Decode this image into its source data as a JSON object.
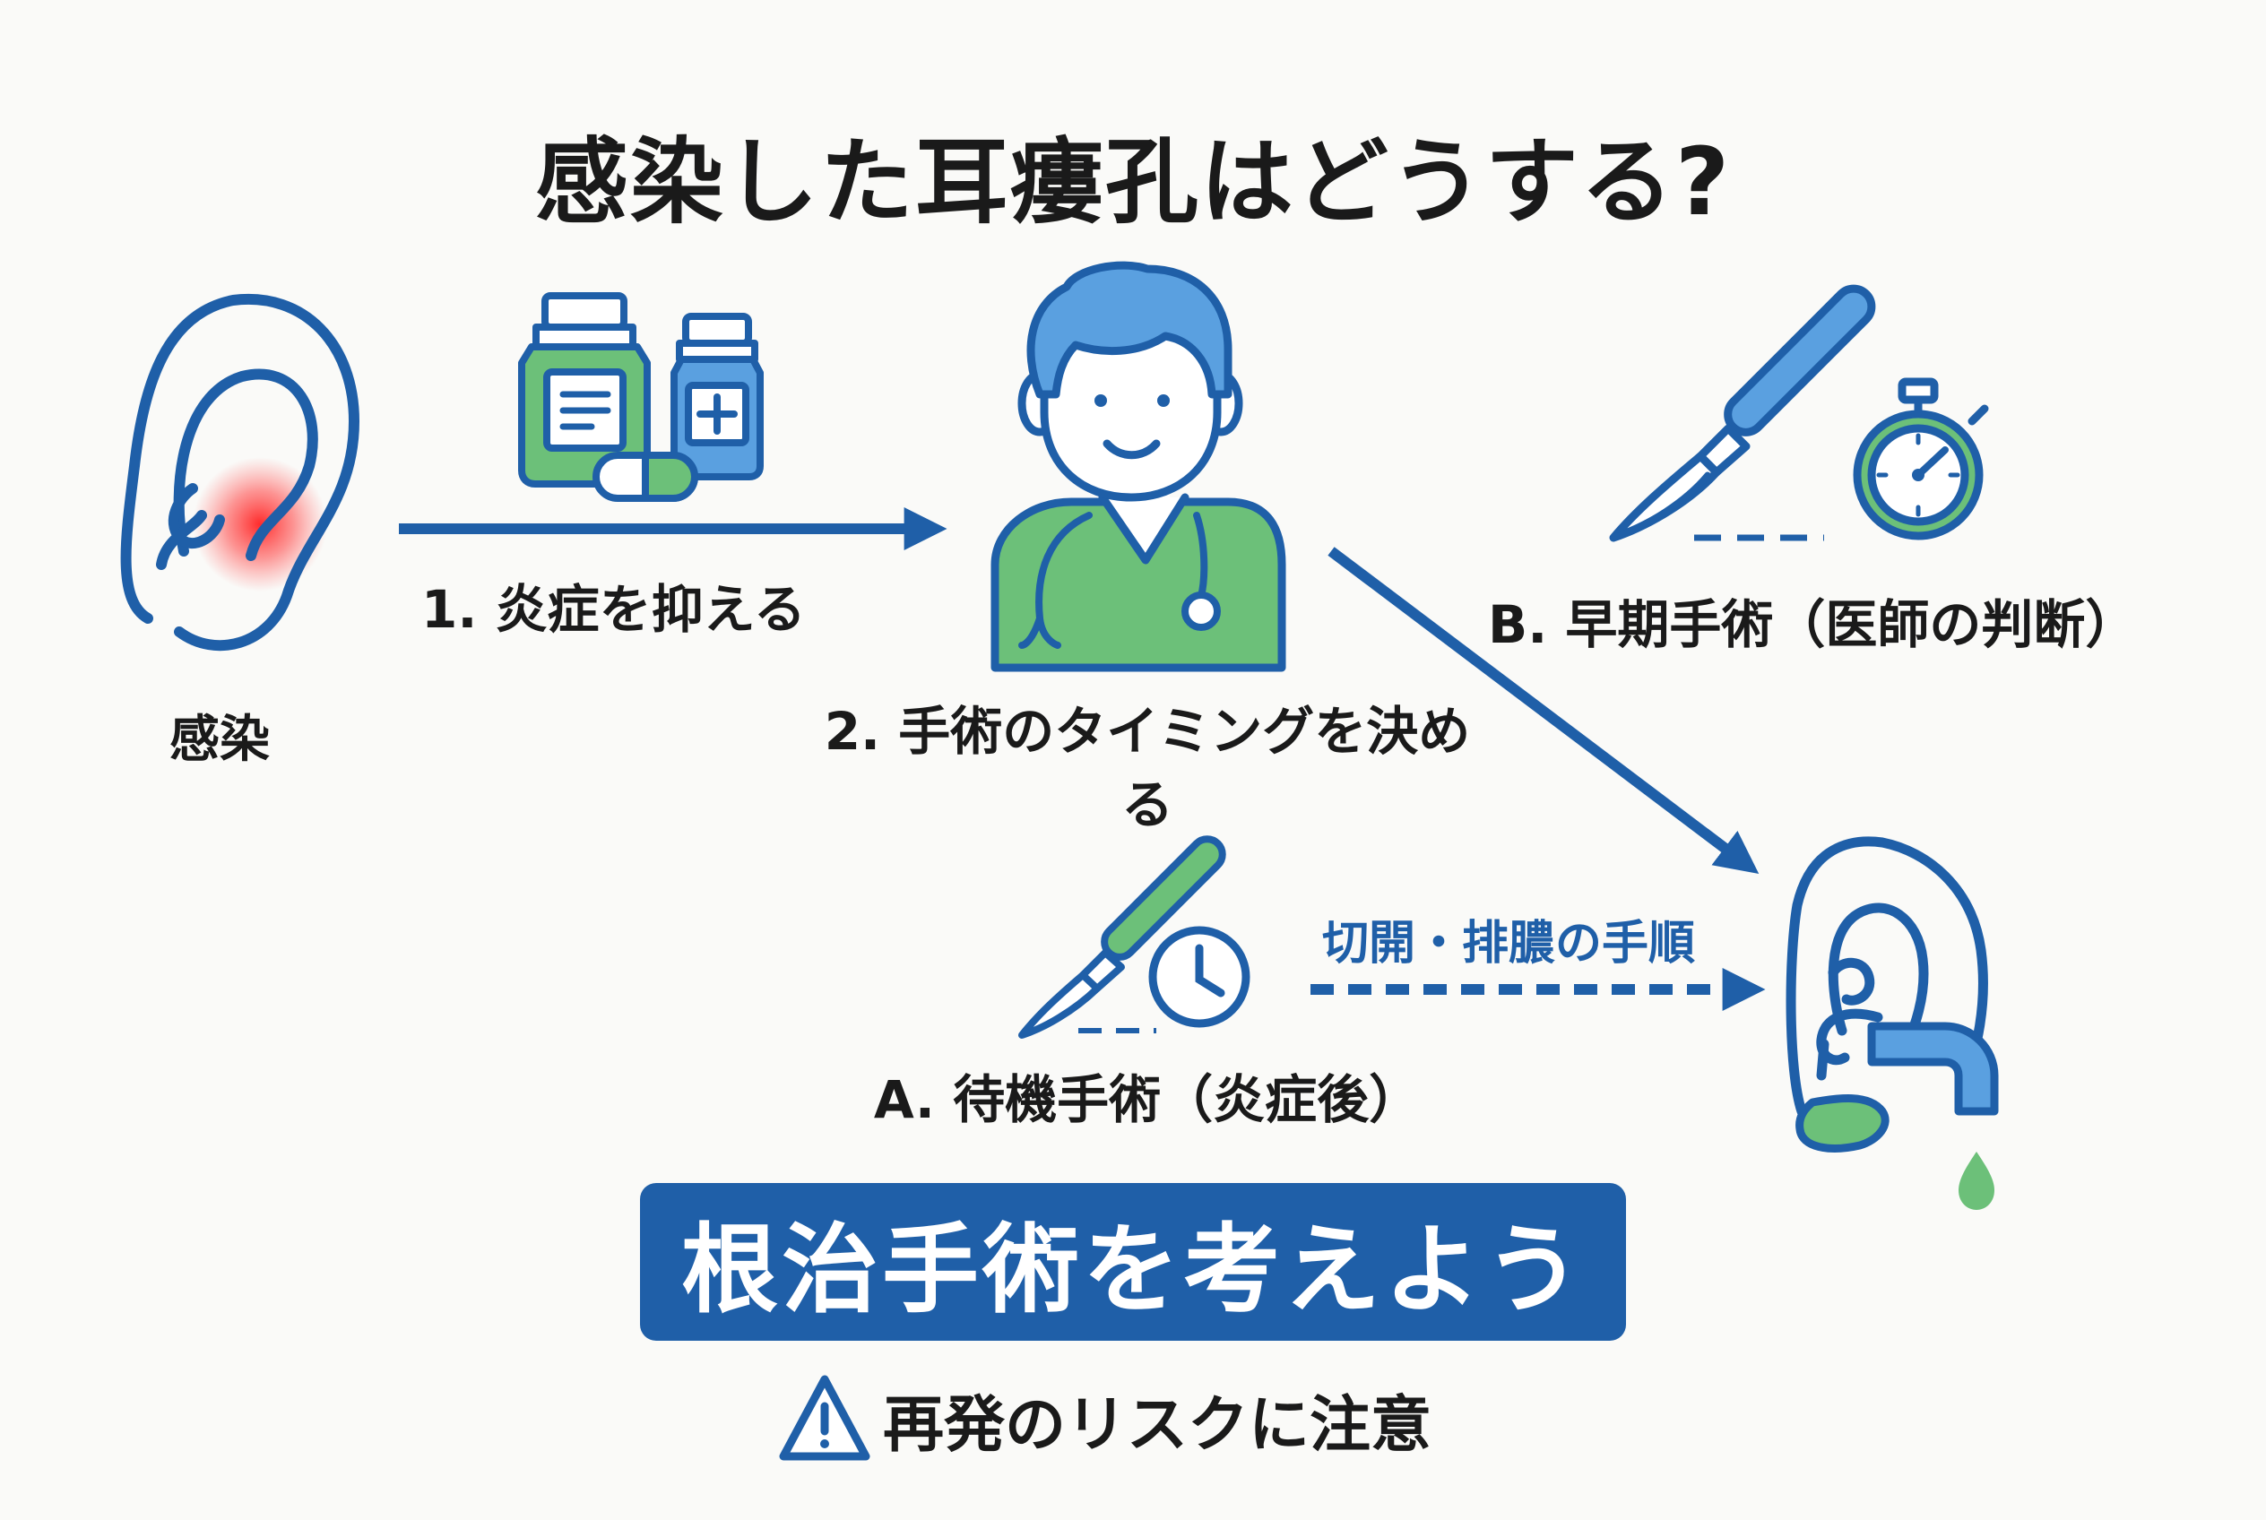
{
  "title": "感染した耳瘻孔はどうする?",
  "labels": {
    "infection": "感染",
    "step1": "1. 炎症を抑える",
    "step2": "2. 手術のタイミングを決める",
    "option_b": "B. 早期手術（医師の判断）",
    "option_a": "A. 待機手術（炎症後）",
    "drainage": "切開・排膿の手順"
  },
  "cta": "根治手術を考えよう",
  "warning": "再発のリスクに注意",
  "colors": {
    "blue": "#1f5fa8",
    "light_blue": "#5aa0e0",
    "green": "#6cc079",
    "red": "#ff3030",
    "skin": "#ffffff"
  },
  "icons": [
    "infected-ear-icon",
    "medicine-bottles-icon",
    "doctor-icon",
    "scalpel-icon",
    "stopwatch-icon",
    "clock-icon",
    "draining-ear-icon",
    "warning-icon"
  ]
}
